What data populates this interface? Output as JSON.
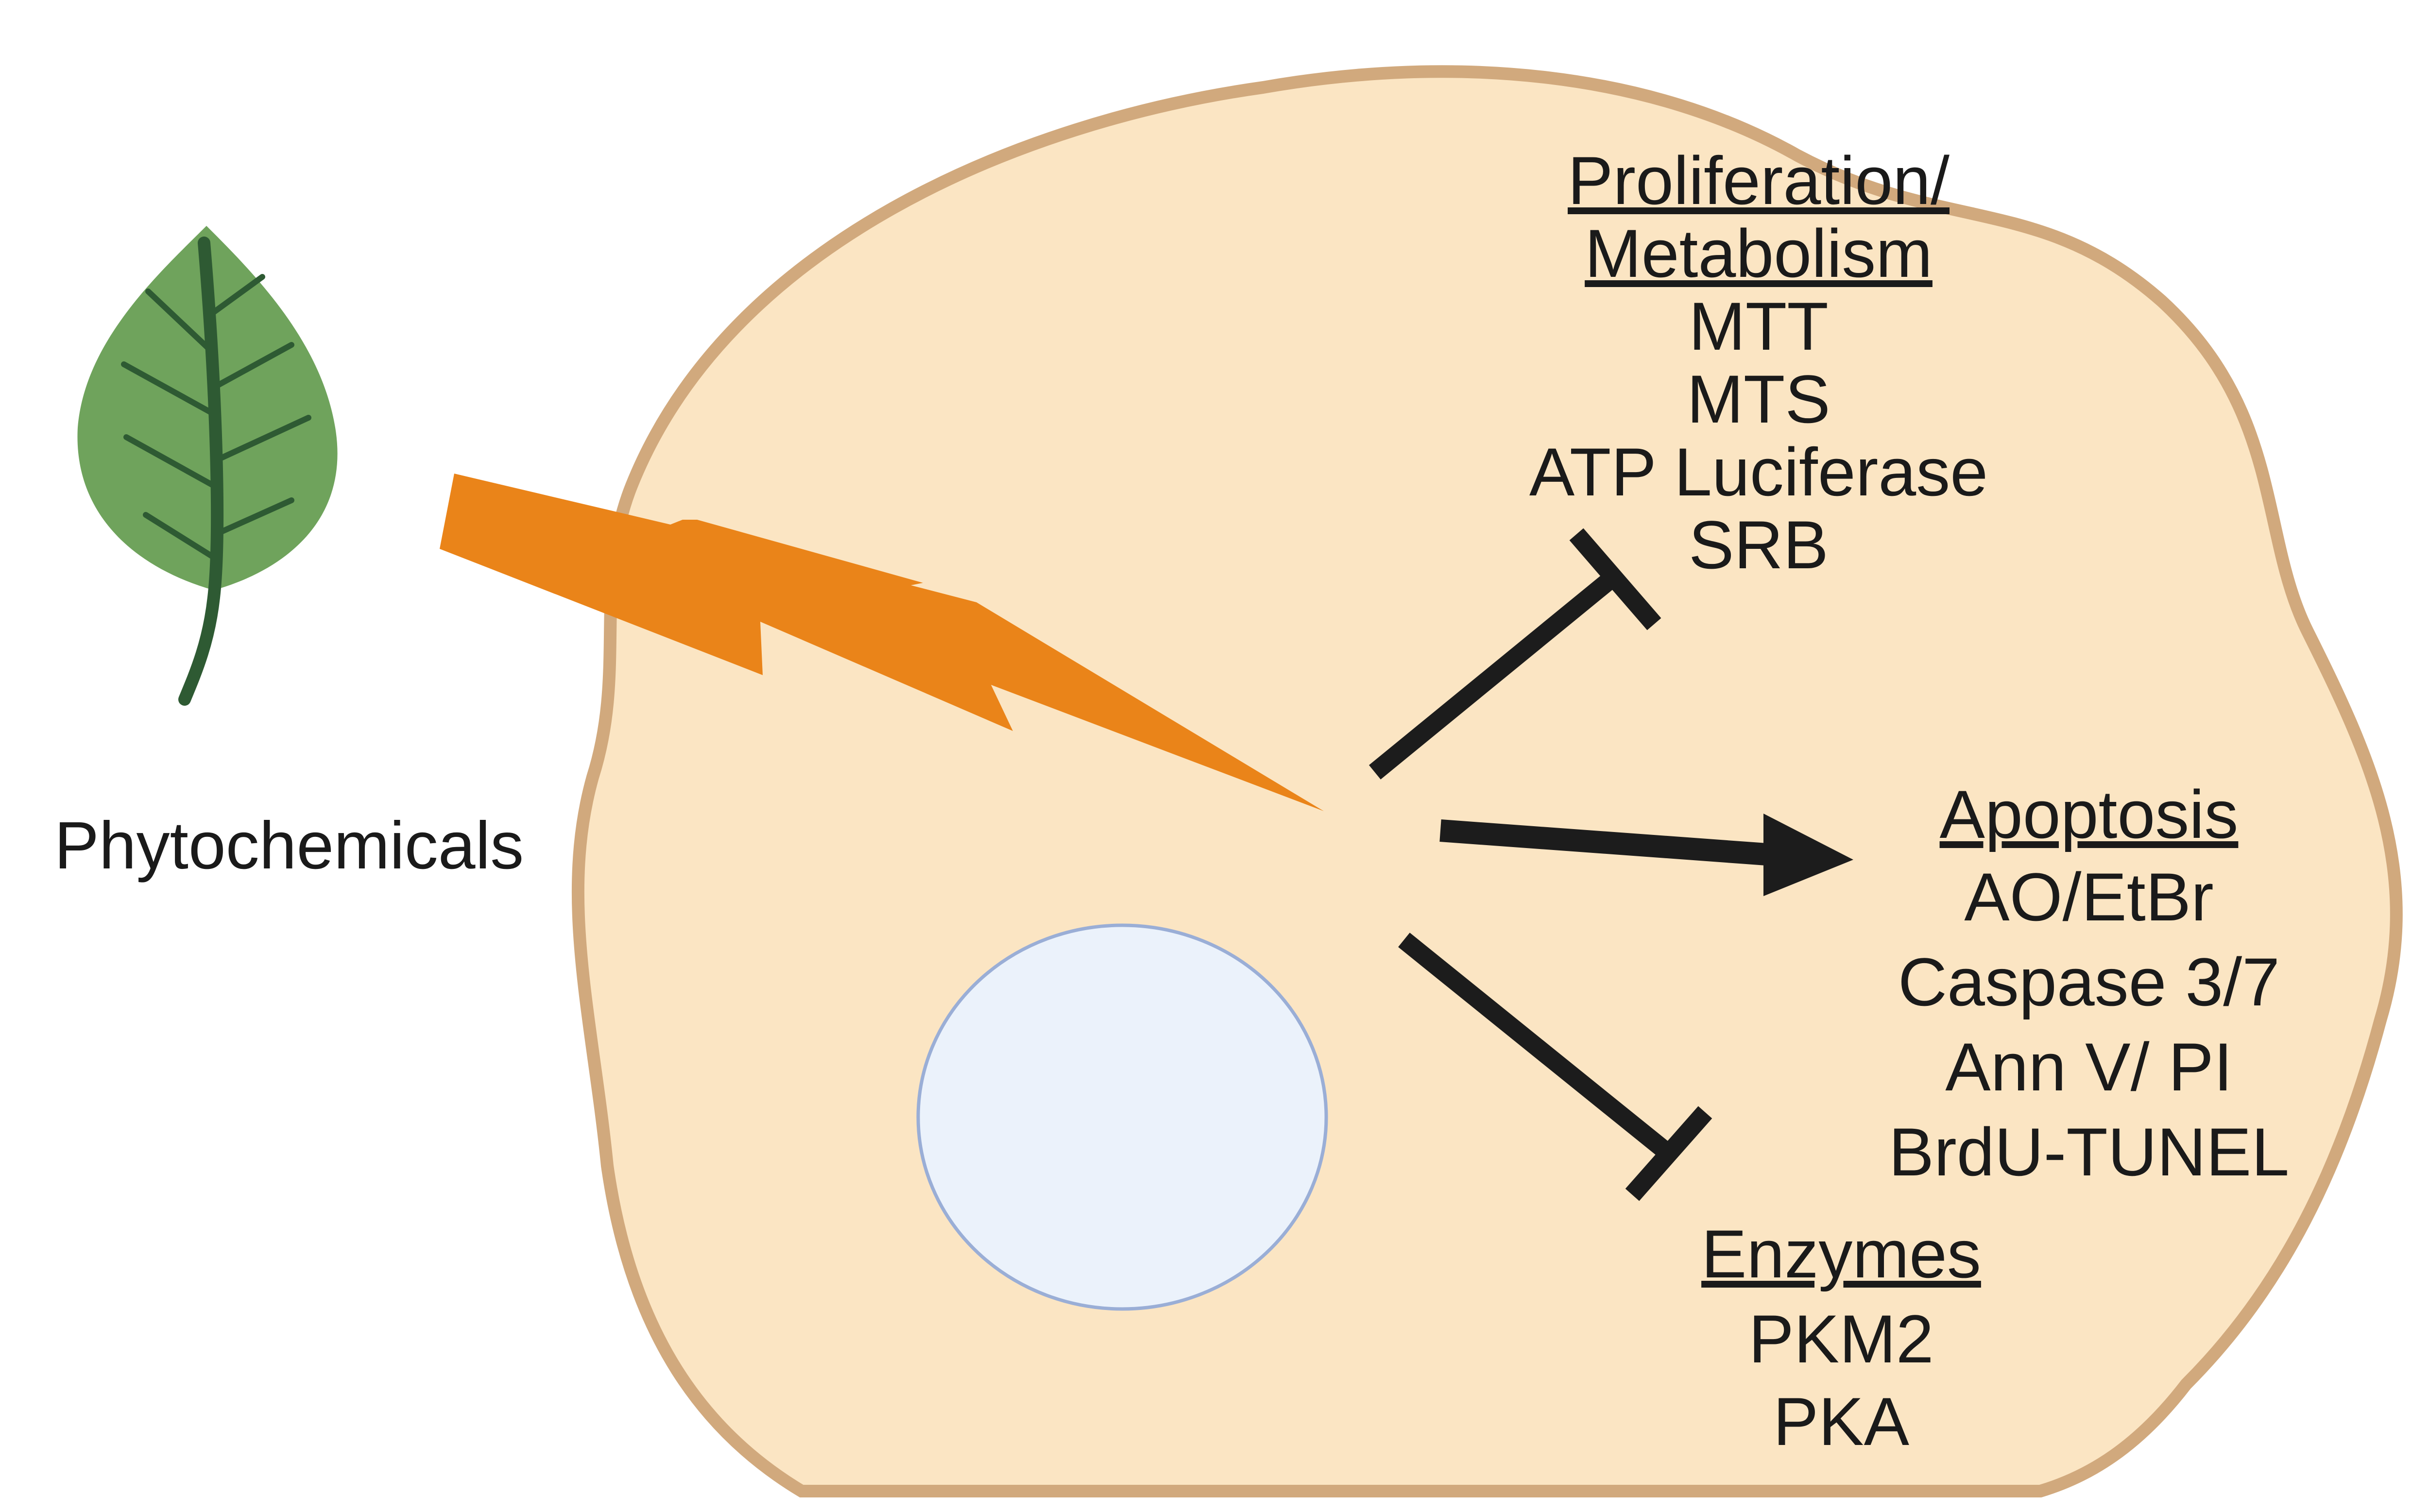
{
  "source_label": "Phytochemicals",
  "groups": [
    {
      "id": "proliferation",
      "heading_lines": [
        "Proliferation/",
        "Metabolism"
      ],
      "items": [
        "MTT",
        "MTS",
        "ATP Luciferase",
        "SRB"
      ],
      "effect": "inhibits"
    },
    {
      "id": "apoptosis",
      "heading_lines": [
        "Apoptosis"
      ],
      "items": [
        "AO/EtBr",
        "Caspase 3/7",
        "Ann V/ PI",
        "BrdU-TUNEL"
      ],
      "effect": "activates"
    },
    {
      "id": "enzymes",
      "heading_lines": [
        "Enzymes"
      ],
      "items": [
        "PKM2",
        "PKA"
      ],
      "effect": "inhibits"
    }
  ],
  "colors": {
    "cell_fill": "#fbe5c3",
    "cell_border": "#d1a97d",
    "nucleus_fill": "#ebf2fb",
    "nucleus_border": "#9aaed6",
    "bolt": "#ea8419",
    "leaf": "#6fa35c",
    "leaf_vein": "#2e5a33",
    "arrow": "#1c1c1c"
  },
  "icons": [
    "leaf-icon",
    "lightning-bolt-icon"
  ]
}
